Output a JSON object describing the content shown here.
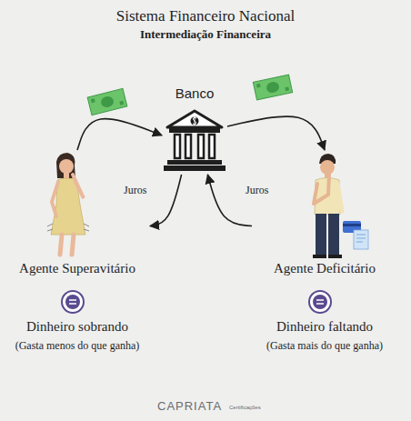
{
  "diagram": {
    "title": "Sistema Financeiro Nacional",
    "nodes": [
      {
        "text": [
          "Agente Superavitário",
          "Dinheiro sobrando",
          "(Gasta menos do que ganha)"
        ]
      },
      {
        "text": [
          "Banco"
        ]
      },
      {
        "text": [
          "Agente Deficitário",
          "Dinheiro faltando",
          "(Gasta mais do que ganha)"
        ]
      }
    ],
    "edges": [
      {
        "from": 0,
        "to": 1,
        "arrow": "to"
      },
      {
        "from": 1,
        "to": 0,
        "label": "Juros",
        "arrow": "to"
      },
      {
        "from": 1,
        "to": 2,
        "arrow": "to"
      },
      {
        "from": 2,
        "to": 1,
        "label": "Juros",
        "arrow": "to"
      }
    ],
    "labels": [
      "Intermediação Financeira",
      "CAPRIATA",
      "Certificações"
    ]
  }
}
